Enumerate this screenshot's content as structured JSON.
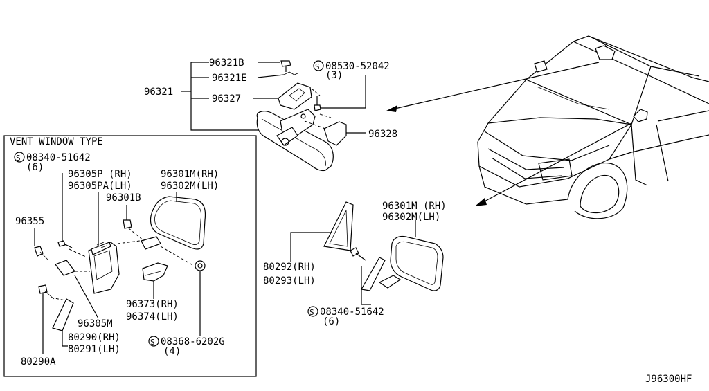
{
  "diagram_id": "J96300HF",
  "inset": {
    "title": "VENT WINDOW TYPE"
  },
  "labels": {
    "p96321B": "96321B",
    "p96321E": "96321E",
    "p96321": "96321",
    "p96327": "96327",
    "s08530": "08530-52042",
    "s08530_qty": "(3)",
    "p96328": "96328",
    "s08340_inset": "08340-51642",
    "s08340_inset_qty": "(6)",
    "p96305P": "96305P (RH)",
    "p96305PA": "96305PA(LH)",
    "p96301M_inset": "96301M(RH)",
    "p96302M_inset": "96302M(LH)",
    "p96301B": "96301B",
    "p96355": "96355",
    "p96373": "96373(RH)",
    "p96374": "96374(LH)",
    "p96305M": "96305M",
    "p80290": "80290(RH)",
    "p80291": "80291(LH)",
    "s08368": "08368-6202G",
    "s08368_qty": "(4)",
    "p80290A": "80290A",
    "p96301M_main": "96301M (RH)",
    "p96302M_main": "96302M(LH)",
    "p80292": "80292(RH)",
    "p80293": "80293(LH)",
    "s08340_main": "08340-51642",
    "s08340_main_qty": "(6)"
  }
}
